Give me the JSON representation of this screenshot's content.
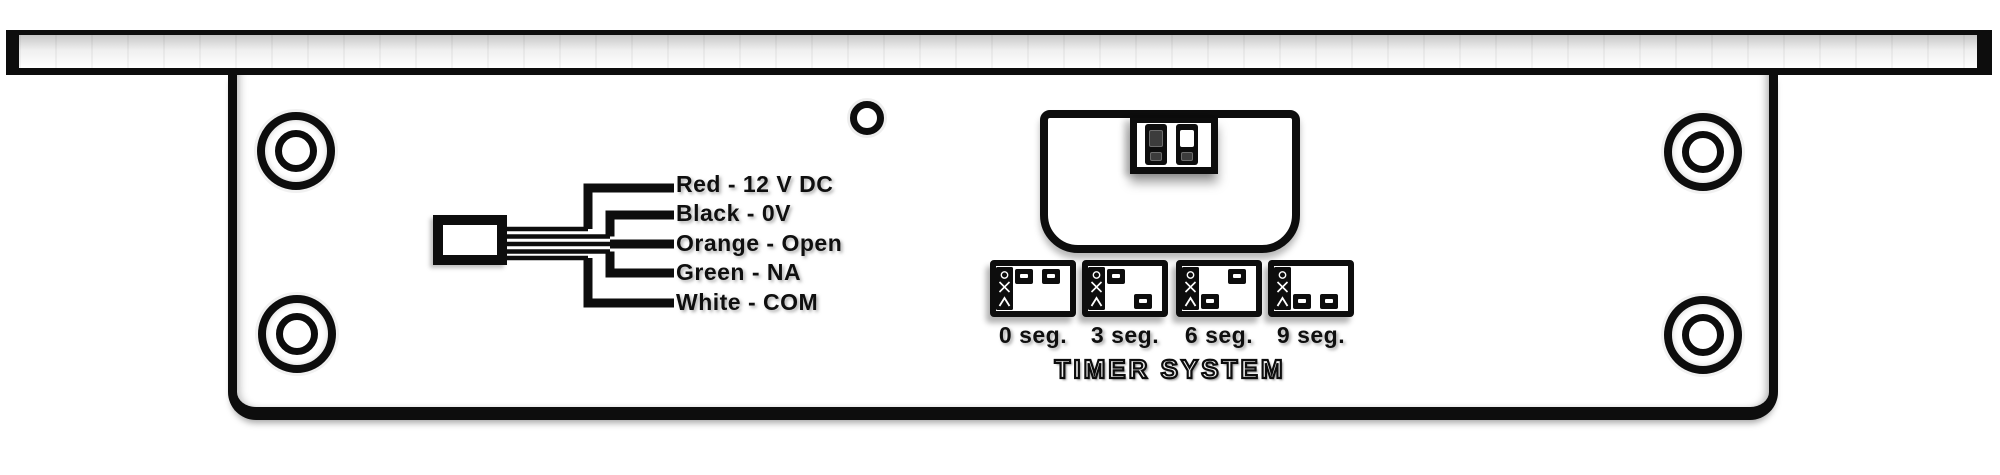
{
  "wiring": {
    "labels": [
      "Red - 12 V DC",
      "Black - 0V",
      "Orange - Open",
      "Green - NA",
      "White - COM"
    ]
  },
  "timer": {
    "title": "TIMER SYSTEM",
    "options": [
      {
        "label": "0 seg.",
        "jumpers": [
          "top",
          "top"
        ]
      },
      {
        "label": "3 seg.",
        "jumpers": [
          "top",
          "bottom"
        ]
      },
      {
        "label": "6 seg.",
        "jumpers": [
          "bottom",
          "top"
        ]
      },
      {
        "label": "9 seg.",
        "jumpers": [
          "bottom",
          "bottom"
        ]
      }
    ],
    "header_slots": [
      {
        "top": "filled",
        "bottom": "filled"
      },
      {
        "top": "empty",
        "bottom": "filled"
      }
    ]
  },
  "colors": {
    "ink": "#0d0d0d",
    "background": "#ffffff"
  }
}
